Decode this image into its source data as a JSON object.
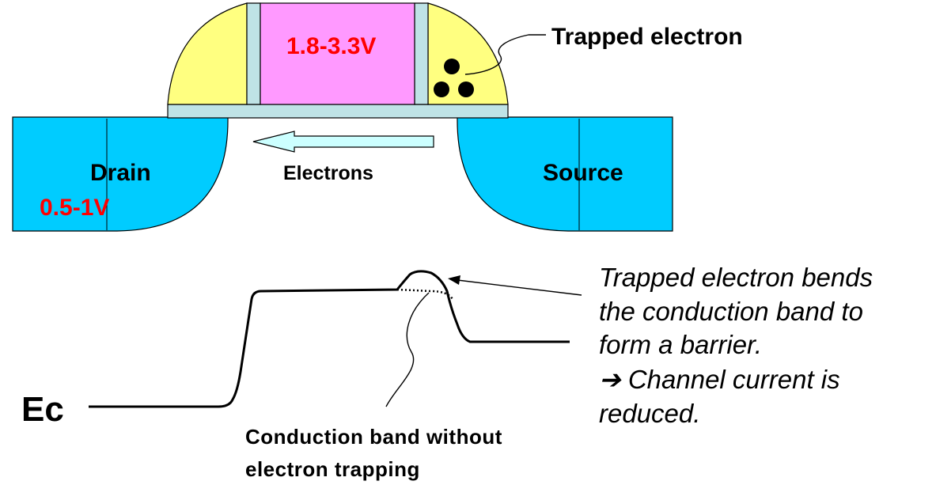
{
  "device": {
    "gate_voltage": "1.8-3.3V",
    "drain_label": "Drain",
    "drain_voltage": "0.5-1V",
    "source_label": "Source",
    "electrons_label": "Electrons",
    "trapped_label": "Trapped electron"
  },
  "band": {
    "ec_label": "Ec",
    "caption_line1": "Conduction band without",
    "caption_line2": "electron trapping",
    "note_line1": "Trapped electron bends",
    "note_line2": "the conduction band to",
    "note_line3": "form a barrier.",
    "note_line4": "➔ Channel current is",
    "note_line5": "reduced."
  },
  "colors": {
    "diffusion": "#00CCFF",
    "spacer": "#FFFF80",
    "gate": "#FF99FF",
    "oxide": "#BFE3E6",
    "voltage_text": "#FF0000",
    "arrow_fill": "#CCFFFF"
  }
}
